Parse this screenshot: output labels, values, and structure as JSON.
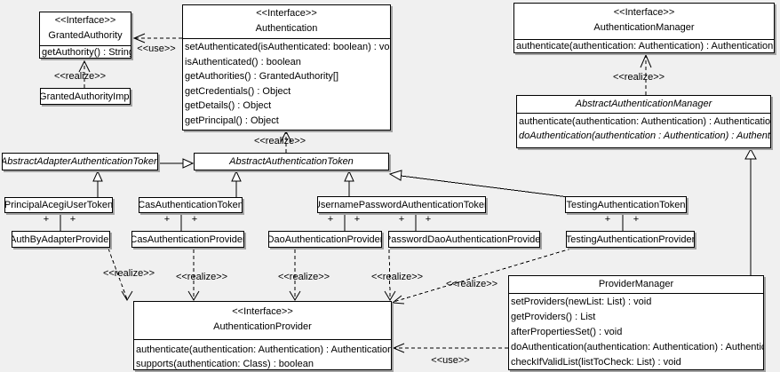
{
  "diagram_type": "uml-class-diagram",
  "labels": {
    "use": "<<use>>",
    "realize": "<<realize>>",
    "plus": "+",
    "interface_stereotype": "<<Interface>>"
  },
  "colors": {
    "background": "#f0f0f0",
    "box_fill": "#ffffff",
    "line": "#000000",
    "shadow": "#a3a3a3"
  },
  "classes": {
    "granted_authority": {
      "stereotype": "<<Interface>>",
      "name": "GrantedAuthority",
      "methods": [
        "getAuthority() : String"
      ]
    },
    "granted_authority_impl": {
      "name": "GrantedAuthorityImpl"
    },
    "authentication": {
      "stereotype": "<<Interface>>",
      "name": "Authentication",
      "methods": [
        "setAuthenticated(isAuthenticated: boolean) : void",
        "isAuthenticated() : boolean",
        "getAuthorities() : GrantedAuthority[]",
        "getCredentials() : Object",
        "getDetails() : Object",
        "getPrincipal() : Object"
      ]
    },
    "authentication_manager": {
      "stereotype": "<<Interface>>",
      "name": "AuthenticationManager",
      "methods": [
        "authenticate(authentication: Authentication) : Authentication"
      ]
    },
    "abstract_authentication_manager": {
      "name": "AbstractAuthenticationManager",
      "methods": [
        "authenticate(authentication: Authentication) : Authentication",
        "doAuthentication(authentication : Authentication) : Authentication"
      ]
    },
    "abstract_adapter_authentication_token": {
      "name": "AbstractAdapterAuthenticationToken"
    },
    "abstract_authentication_token": {
      "name": "AbstractAuthenticationToken"
    },
    "principal_acegi_user_token": {
      "name": "PrincipalAcegiUserToken"
    },
    "cas_authentication_token": {
      "name": "CasAuthenticationToken"
    },
    "username_password_authentication_token": {
      "name": "UsernamePasswordAuthenticationToken"
    },
    "testing_authentication_token": {
      "name": "TestingAuthenticationToken"
    },
    "auth_by_adapter_provider": {
      "name": "AuthByAdapterProvider"
    },
    "cas_authentication_provider": {
      "name": "CasAuthenticationProvider"
    },
    "dao_authentication_provider": {
      "name": "DaoAuthenticationProvider"
    },
    "password_dao_authentication_provider": {
      "name": "PasswordDaoAuthenticationProvider"
    },
    "testing_authentication_provider": {
      "name": "TestingAuthenticationProvider"
    },
    "authentication_provider": {
      "stereotype": "<<Interface>>",
      "name": "AuthenticationProvider",
      "methods": [
        "authenticate(authentication: Authentication) : Authentication",
        "supports(authentication: Class) : boolean"
      ]
    },
    "provider_manager": {
      "name": "ProviderManager",
      "methods": [
        "setProviders(newList: List) : void",
        "getProviders() : List",
        "afterPropertiesSet() : void",
        "doAuthentication(authentication: Authentication) : Authentication",
        "checkIfValidList(listToCheck: List) : void"
      ]
    }
  }
}
